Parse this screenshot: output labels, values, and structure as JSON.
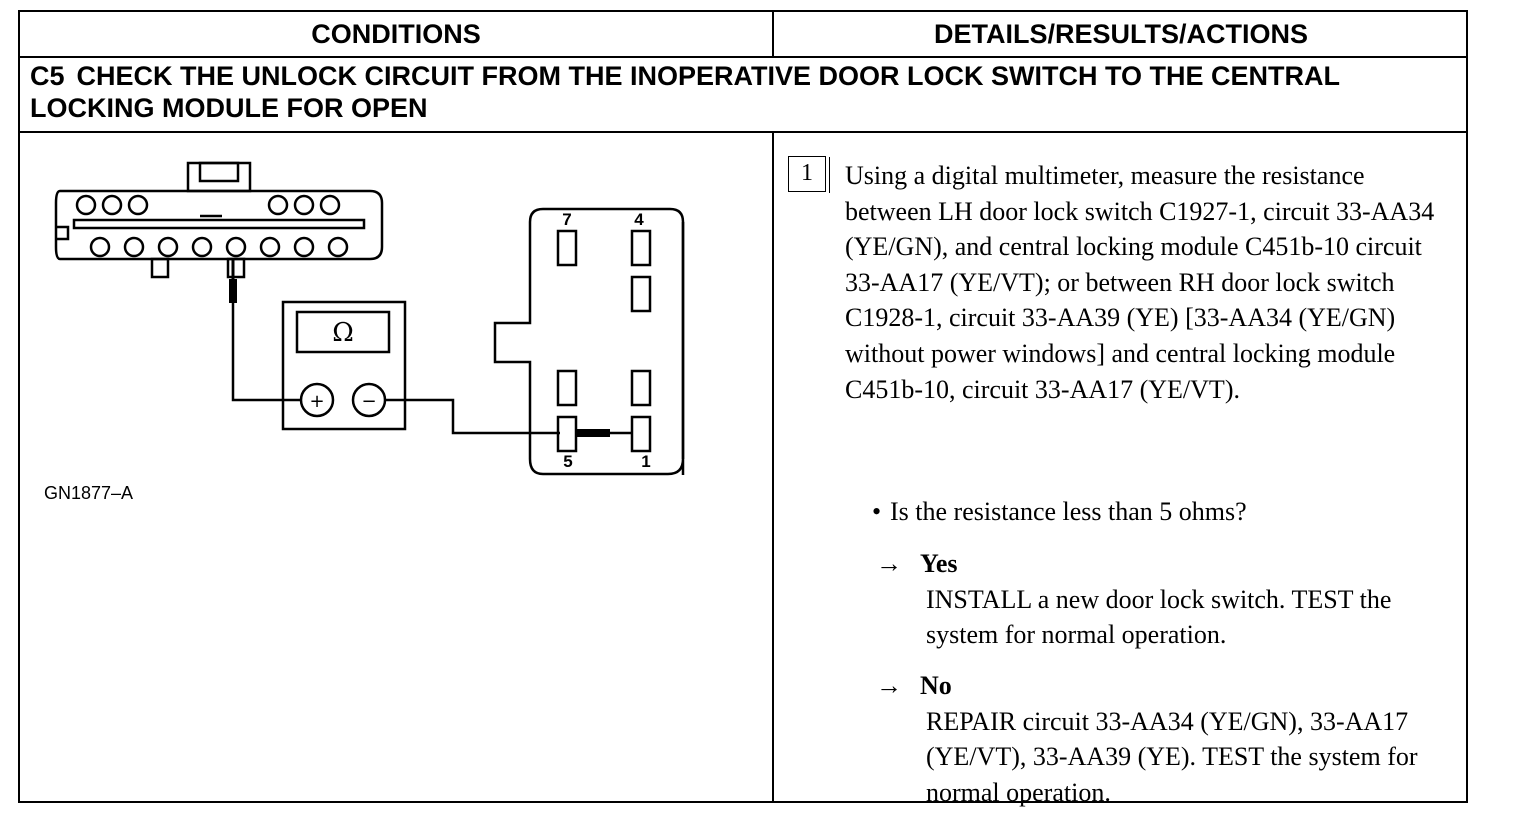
{
  "table": {
    "header_conditions": "CONDITIONS",
    "header_details": "DETAILS/RESULTS/ACTIONS"
  },
  "step": {
    "code": "C5",
    "title": "CHECK THE UNLOCK CIRCUIT FROM THE INOPERATIVE DOOR LOCK SWITCH TO THE CENTRAL LOCKING MODULE FOR OPEN"
  },
  "diagram": {
    "figure_id": "GN1877–A",
    "meter_symbol": "Ω",
    "plus_symbol": "+",
    "minus_symbol": "−",
    "pin_labels": {
      "p7": "7",
      "p4": "4",
      "p5": "5",
      "p1": "1"
    }
  },
  "details": {
    "step_number": "1",
    "instruction": "Using a digital multimeter, measure the resistance between LH door lock switch C1927-1, circuit 33-AA34 (YE/GN), and central locking module C451b-10 circuit 33-AA17 (YE/VT); or between RH door lock switch C1928-1, circuit 33-AA39 (YE) [33-AA34 (YE/GN) without power windows] and central locking module C451b-10, circuit 33-AA17 (YE/VT).",
    "question": "Is the resistance less than 5 ohms?",
    "bullet": "•",
    "arrow": "→",
    "yes_label": "Yes",
    "yes_action": "INSTALL a new door lock switch. TEST the system for normal operation.",
    "no_label": "No",
    "no_action": "REPAIR circuit 33-AA34 (YE/GN), 33-AA17 (YE/VT), 33-AA39 (YE). TEST the system for normal operation."
  }
}
